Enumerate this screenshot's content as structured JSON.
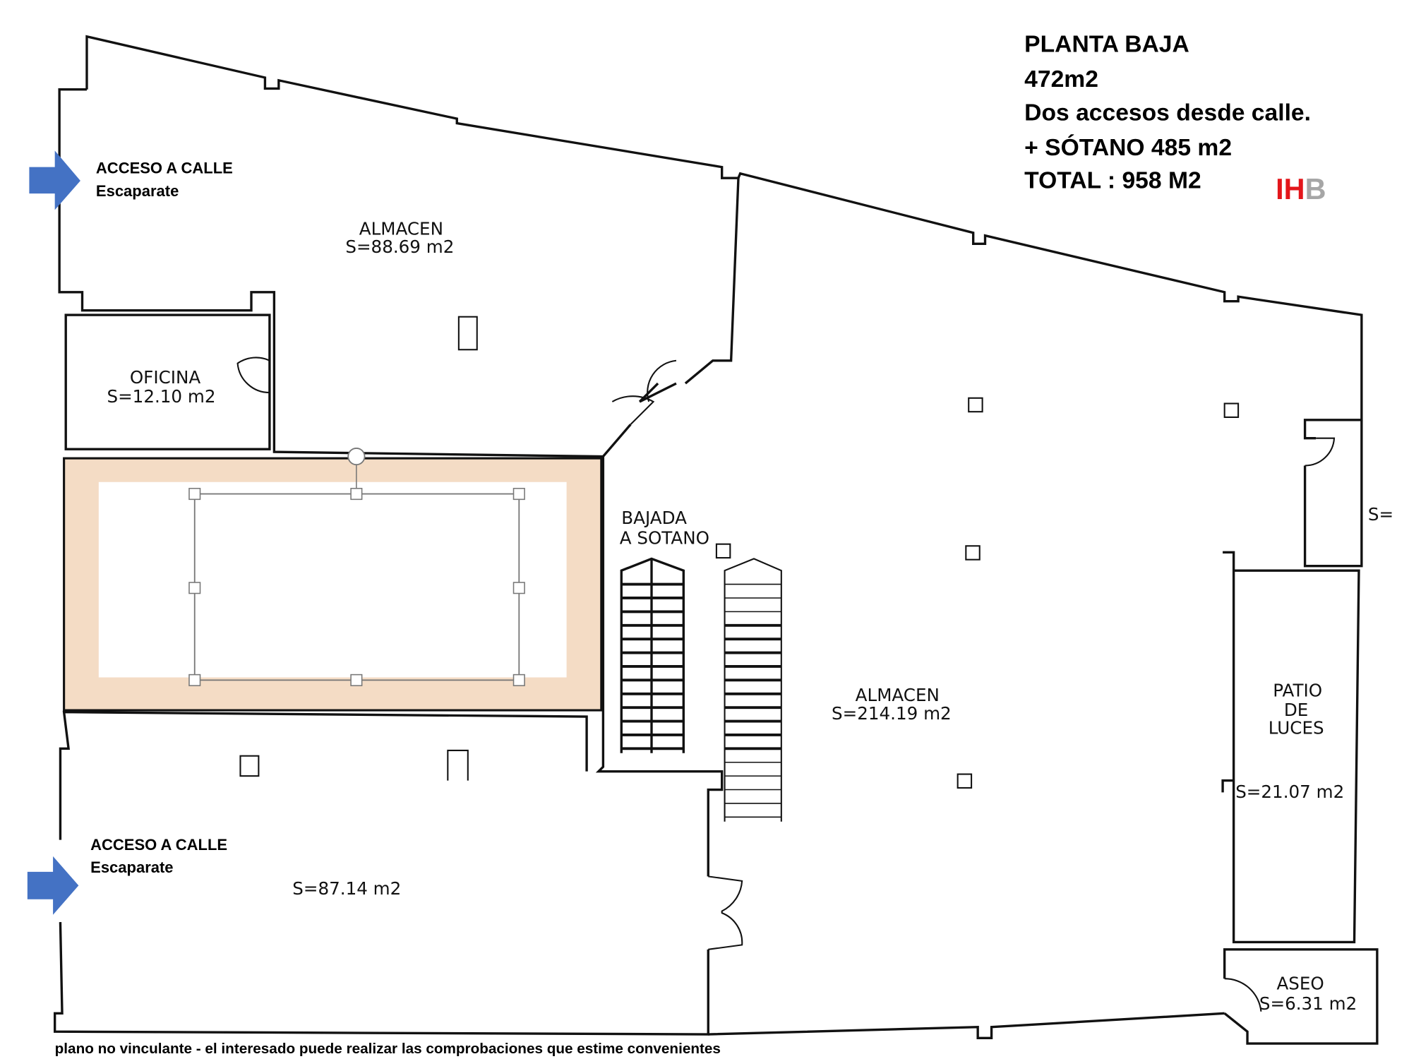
{
  "header": {
    "title": "PLANTA BAJA",
    "area": "472m2",
    "access": "Dos accesos desde calle.",
    "basement": "+ SÓTANO 485 m2",
    "total": "TOTAL : 958 M2"
  },
  "logo": {
    "text": "IHB",
    "red": "IH",
    "grey": "B",
    "red_color": "#e3161b",
    "grey_color": "#a6a6a6"
  },
  "entrances": [
    {
      "label": "ACCESO A CALLE",
      "sub": "Escaparate",
      "icon": "arrow-right-icon"
    },
    {
      "label": "ACCESO A CALLE",
      "sub": "Escaparate",
      "icon": "arrow-right-icon"
    }
  ],
  "rooms": {
    "almacen_top": {
      "name": "ALMACEN",
      "area": "S=88.69  m2"
    },
    "oficina": {
      "name": "OFICINA",
      "area": "S=12.10  m2"
    },
    "bottom_left": {
      "area": "S=87.14  m2"
    },
    "stairs": {
      "line1": "BAJADA",
      "line2": "A  SOTANO"
    },
    "almacen_main": {
      "name": "ALMACEN",
      "area": "S=214.19  m2"
    },
    "patio": {
      "line1": "PATIO",
      "line2": "DE",
      "line3": "LUCES",
      "area": "S=21.07  m2"
    },
    "aseo": {
      "name": "ASEO",
      "area": "S=6.31  m2"
    },
    "cut_off": {
      "area": "S="
    }
  },
  "footer": {
    "disclaimer": "plano no vinculante - el interesado puede realizar las comprobaciones que estime convenientes"
  },
  "colors": {
    "arrow": "#4472c4",
    "highlight": "#f4dcc5"
  }
}
